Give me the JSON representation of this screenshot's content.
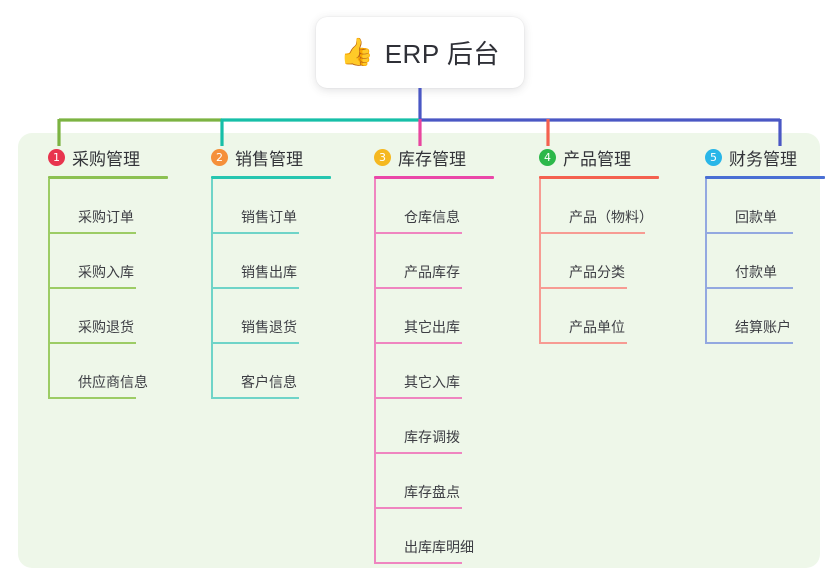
{
  "root": {
    "icon": "thumbs-up-emoji",
    "emoji": "👍",
    "title": "ERP 后台"
  },
  "theme": {
    "panel_background": "#eef7e9",
    "page_background": "#ffffff",
    "card_background": "#ffffff",
    "title_color": "#2f3037",
    "text_color": "#3d3e44",
    "root_stem_color": "#4a57c4"
  },
  "columns": [
    {
      "number": "1",
      "title": "采购管理",
      "badge_color": "#e8344e",
      "rule_color": "#8cc152",
      "line_color": "#7cb342",
      "leaf_color": "#9ccc65",
      "items": [
        "采购订单",
        "采购入库",
        "采购退货",
        "供应商信息"
      ]
    },
    {
      "number": "2",
      "title": "销售管理",
      "badge_color": "#f5903a",
      "rule_color": "#26c6b0",
      "line_color": "#16bfa8",
      "leaf_color": "#6fd4c8",
      "items": [
        "销售订单",
        "销售出库",
        "销售退货",
        "客户信息"
      ]
    },
    {
      "number": "3",
      "title": "库存管理",
      "badge_color": "#f5b820",
      "rule_color": "#ea47a8",
      "line_color": "#e8459f",
      "leaf_color": "#ef85c0",
      "items": [
        "仓库信息",
        "产品库存",
        "其它出库",
        "其它入库",
        "库存调拨",
        "库存盘点",
        "出库库明细"
      ]
    },
    {
      "number": "4",
      "title": "产品管理",
      "badge_color": "#2cb84a",
      "rule_color": "#f4614f",
      "line_color": "#f4614f",
      "leaf_color": "#f79b93",
      "items": [
        "产品（物料）",
        "产品分类",
        "产品单位"
      ]
    },
    {
      "number": "5",
      "title": "财务管理",
      "badge_color": "#29b6e8",
      "rule_color": "#4a6fd4",
      "line_color": "#4a6fd4",
      "leaf_color": "#93a8e0",
      "items": [
        "回款单",
        "付款单",
        "结算账户"
      ]
    }
  ],
  "bus": {
    "segments": [
      {
        "name": "bus-green",
        "color": "#7cb342"
      },
      {
        "name": "bus-teal",
        "color": "#16bfa8"
      },
      {
        "name": "bus-blue",
        "color": "#4a57c4"
      }
    ],
    "drops": [
      {
        "name": "drop-1",
        "color": "#7cb342"
      },
      {
        "name": "drop-2",
        "color": "#16bfa8"
      },
      {
        "name": "drop-3",
        "color": "#e8459f"
      },
      {
        "name": "drop-4",
        "color": "#f4614f"
      },
      {
        "name": "drop-5",
        "color": "#4a57c4"
      }
    ]
  }
}
